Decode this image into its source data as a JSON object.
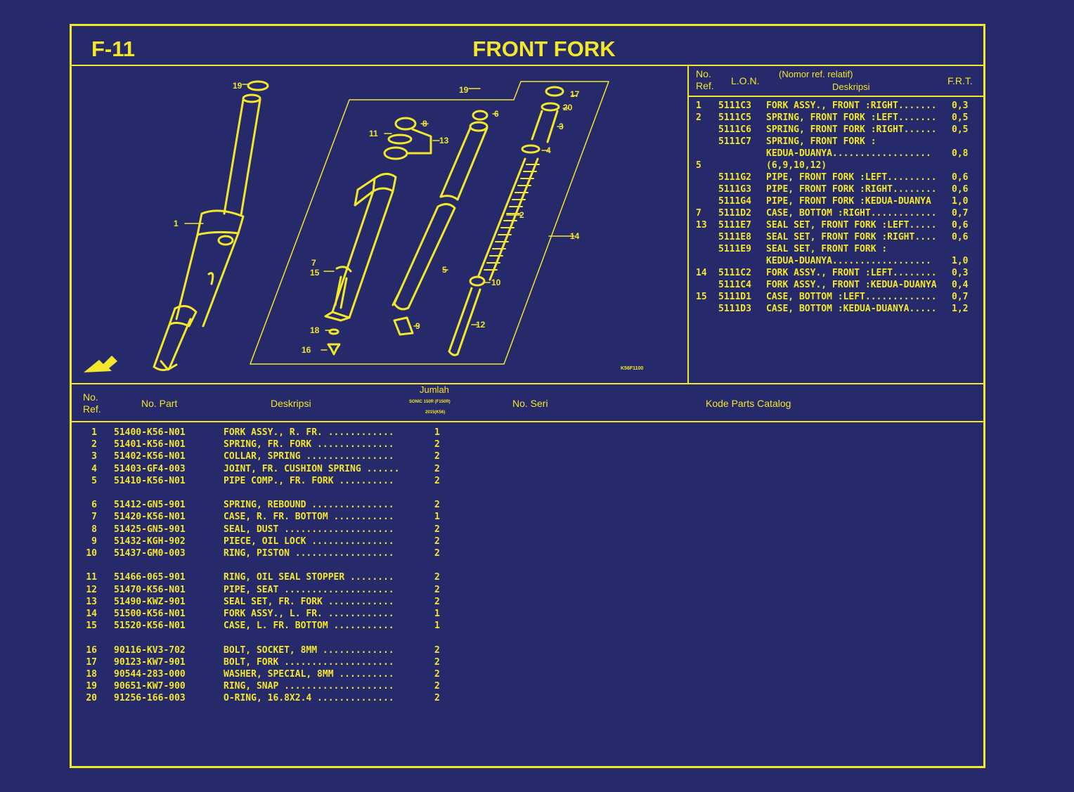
{
  "page": {
    "code": "F-11",
    "title": "FRONT FORK",
    "diagram_code": "K56F1100"
  },
  "ref_table": {
    "headers": {
      "no_ref": "No.\nRef.",
      "lon": "L.O.N.",
      "nomor": "(Nomor ref. relatif)",
      "deskripsi": "Deskripsi",
      "frt": "F.R.T."
    },
    "rows": [
      {
        "ref": "1",
        "lon": "5111C3",
        "desc": "FORK ASSY., FRONT :RIGHT.......",
        "frt": "0,3"
      },
      {
        "ref": "2",
        "lon": "5111C5",
        "desc": "SPRING, FRONT FORK :LEFT.......",
        "frt": "0,5"
      },
      {
        "ref": "",
        "lon": "5111C6",
        "desc": "SPRING, FRONT FORK :RIGHT......",
        "frt": "0,5"
      },
      {
        "ref": "",
        "lon": "5111C7",
        "desc": "SPRING, FRONT FORK :",
        "frt": ""
      },
      {
        "ref": "",
        "lon": "",
        "desc": "KEDUA-DUANYA..................",
        "frt": "0,8"
      },
      {
        "ref": "5",
        "lon": "",
        "desc": "(6,9,10,12)",
        "frt": ""
      },
      {
        "ref": "",
        "lon": "5111G2",
        "desc": "PIPE, FRONT FORK :LEFT.........",
        "frt": "0,6"
      },
      {
        "ref": "",
        "lon": "5111G3",
        "desc": "PIPE, FRONT FORK :RIGHT........",
        "frt": "0,6"
      },
      {
        "ref": "",
        "lon": "5111G4",
        "desc": "PIPE, FRONT FORK :KEDUA-DUANYA",
        "frt": "1,0"
      },
      {
        "ref": "7",
        "lon": "5111D2",
        "desc": "CASE, BOTTOM :RIGHT............",
        "frt": "0,7"
      },
      {
        "ref": "13",
        "lon": "5111E7",
        "desc": "SEAL SET, FRONT FORK :LEFT.....",
        "frt": "0,6"
      },
      {
        "ref": "",
        "lon": "5111E8",
        "desc": "SEAL SET, FRONT FORK :RIGHT....",
        "frt": "0,6"
      },
      {
        "ref": "",
        "lon": "5111E9",
        "desc": "SEAL SET, FRONT FORK :",
        "frt": ""
      },
      {
        "ref": "",
        "lon": "",
        "desc": "KEDUA-DUANYA..................",
        "frt": "1,0"
      },
      {
        "ref": "14",
        "lon": "5111C2",
        "desc": "FORK ASSY., FRONT :LEFT........",
        "frt": "0,3"
      },
      {
        "ref": "",
        "lon": "5111C4",
        "desc": "FORK ASSY., FRONT :KEDUA-DUANYA",
        "frt": "0,4"
      },
      {
        "ref": "15",
        "lon": "5111D1",
        "desc": "CASE, BOTTOM :LEFT.............",
        "frt": "0,7"
      },
      {
        "ref": "",
        "lon": "5111D3",
        "desc": "CASE, BOTTOM :KEDUA-DUANYA.....",
        "frt": "1,2"
      }
    ]
  },
  "parts_table": {
    "headers": {
      "no_ref": "No.\nRef.",
      "no_part": "No. Part",
      "deskripsi": "Deskripsi",
      "jumlah": "Jumlah",
      "jumlah_sub1": "SONIC 150R (F150R)",
      "jumlah_sub2": "2015(K56)",
      "no_seri": "No. Seri",
      "kode": "Kode Parts Catalog"
    },
    "groups": [
      [
        {
          "ref": "1",
          "part": "51400-K56-N01",
          "desc": "FORK ASSY., R. FR. ............",
          "qty": "1"
        },
        {
          "ref": "2",
          "part": "51401-K56-N01",
          "desc": "SPRING, FR. FORK ..............",
          "qty": "2"
        },
        {
          "ref": "3",
          "part": "51402-K56-N01",
          "desc": "COLLAR, SPRING ................",
          "qty": "2"
        },
        {
          "ref": "4",
          "part": "51403-GF4-003",
          "desc": "JOINT, FR. CUSHION SPRING ......",
          "qty": "2"
        },
        {
          "ref": "5",
          "part": "51410-K56-N01",
          "desc": "PIPE COMP., FR. FORK ..........",
          "qty": "2"
        }
      ],
      [
        {
          "ref": "6",
          "part": "51412-GN5-901",
          "desc": "SPRING, REBOUND ...............",
          "qty": "2"
        },
        {
          "ref": "7",
          "part": "51420-K56-N01",
          "desc": "CASE, R. FR. BOTTOM ...........",
          "qty": "1"
        },
        {
          "ref": "8",
          "part": "51425-GN5-901",
          "desc": "SEAL, DUST ....................",
          "qty": "2"
        },
        {
          "ref": "9",
          "part": "51432-KGH-902",
          "desc": "PIECE, OIL LOCK ...............",
          "qty": "2"
        },
        {
          "ref": "10",
          "part": "51437-GM0-003",
          "desc": "RING, PISTON ..................",
          "qty": "2"
        }
      ],
      [
        {
          "ref": "11",
          "part": "51466-065-901",
          "desc": "RING, OIL SEAL STOPPER ........",
          "qty": "2"
        },
        {
          "ref": "12",
          "part": "51470-K56-N01",
          "desc": "PIPE, SEAT ....................",
          "qty": "2"
        },
        {
          "ref": "13",
          "part": "51490-KWZ-901",
          "desc": "SEAL SET, FR. FORK ............",
          "qty": "2"
        },
        {
          "ref": "14",
          "part": "51500-K56-N01",
          "desc": "FORK ASSY., L. FR. ............",
          "qty": "1"
        },
        {
          "ref": "15",
          "part": "51520-K56-N01",
          "desc": "CASE, L. FR. BOTTOM ...........",
          "qty": "1"
        }
      ],
      [
        {
          "ref": "16",
          "part": "90116-KV3-702",
          "desc": "BOLT, SOCKET, 8MM .............",
          "qty": "2"
        },
        {
          "ref": "17",
          "part": "90123-KW7-901",
          "desc": "BOLT, FORK ....................",
          "qty": "2"
        },
        {
          "ref": "18",
          "part": "90544-283-000",
          "desc": "WASHER, SPECIAL, 8MM ..........",
          "qty": "2"
        },
        {
          "ref": "19",
          "part": "90651-KW7-900",
          "desc": "RING, SNAP ....................",
          "qty": "2"
        },
        {
          "ref": "20",
          "part": "91256-166-003",
          "desc": "O-RING, 16.8X2.4 ..............",
          "qty": "2"
        }
      ]
    ]
  },
  "diagram_labels": [
    "1",
    "2",
    "3",
    "4",
    "5",
    "6",
    "7",
    "8",
    "9",
    "10",
    "11",
    "12",
    "13",
    "14",
    "15",
    "16",
    "17",
    "18",
    "19",
    "20"
  ],
  "colors": {
    "background": "#26296a",
    "ink": "#f3e72c"
  }
}
